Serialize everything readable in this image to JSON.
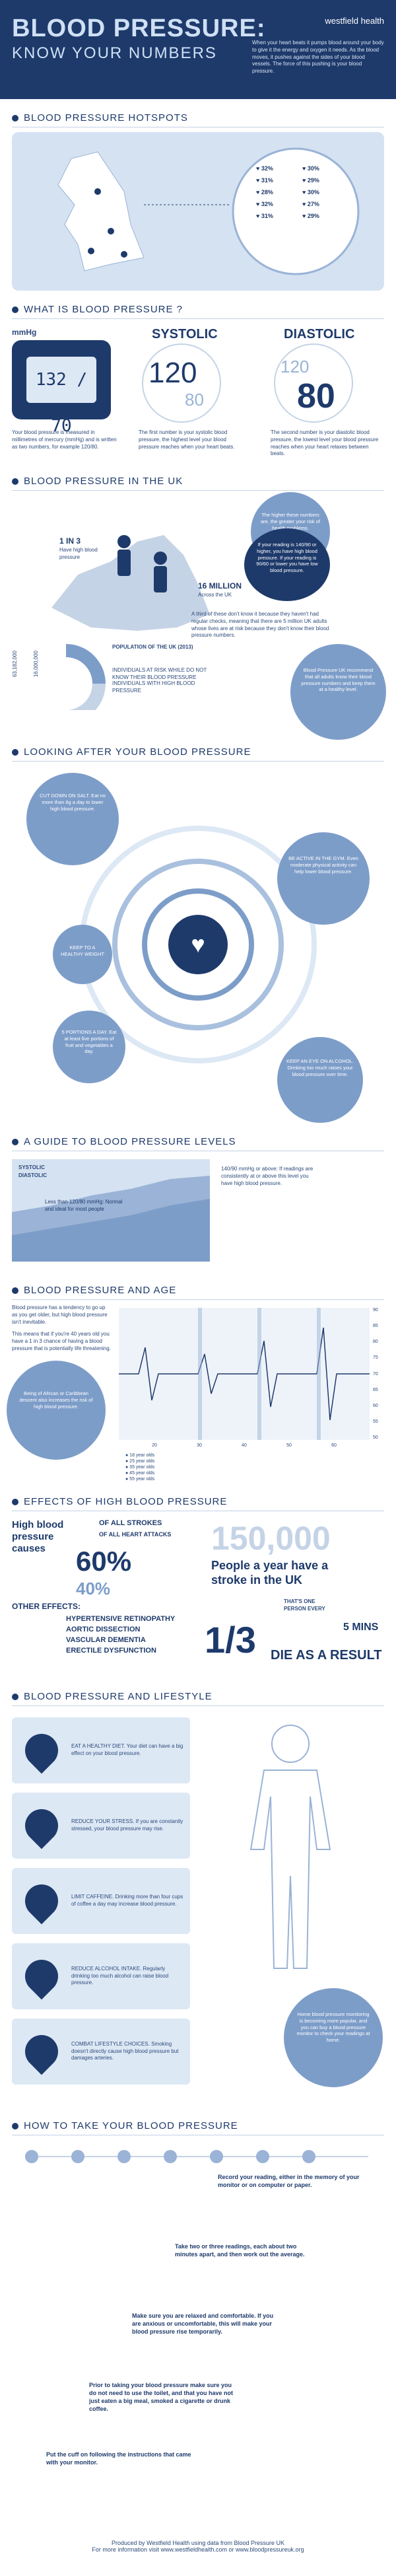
{
  "header": {
    "title_line1": "BLOOD PRESSURE:",
    "title_line2": "KNOW YOUR NUMBERS",
    "logo": "westfield health",
    "intro": "When your heart beats it pumps blood around your body to give it the energy and oxygen it needs. As the blood moves, it pushes against the sides of your blood vessels. The force of this pushing is your blood pressure."
  },
  "hotspots": {
    "title": "BLOOD PRESSURE HOTSPOTS",
    "percentages": [
      "32%",
      "30%",
      "31%",
      "29%",
      "28%",
      "30%",
      "32%",
      "27%",
      "31%",
      "29%"
    ]
  },
  "what_is": {
    "title": "WHAT IS BLOOD PRESSURE ?",
    "gauge_label": "mmHg",
    "monitor_reading": "132 / 70",
    "systolic_label": "SYSTOLIC",
    "diastolic_label": "DIASTOLIC",
    "systolic_value": "120",
    "systolic_under": "80",
    "diastolic_top": "120",
    "diastolic_value": "80",
    "col1": "Your blood pressure is measured in millimetres of mercury (mmHg) and is written as two numbers, for example 120/80.",
    "col2": "The first number is your systolic blood pressure, the highest level your blood pressure reaches when your heart beats.",
    "col3": "The second number is your diastolic blood pressure, the lowest level your blood pressure reaches when your heart relaxes between beats."
  },
  "uk": {
    "title": "BLOOD PRESSURE IN THE UK",
    "stat1": "1 IN 3",
    "stat1_sub": "Have high blood pressure",
    "stat2": "16 MILLION",
    "stat2_sub": "Across the UK",
    "bubble1": "The higher these numbers are, the greater your risk of health problems.",
    "bubble2": "If your reading is 140/90 or higher, you have high blood pressure. If your reading is 90/60 or lower you have low blood pressure.",
    "note": "A third of these don't know it because they haven't had regular checks, meaning that there are 5 million UK adults whose lives are at risk because they don't know their blood pressure numbers.",
    "pop_label": "POPULATION OF THE UK (2013)",
    "pop1": "63,182,000",
    "pop2": "16,000,000",
    "legend1": "INDIVIDUALS AT RISK WHILE DO NOT KNOW THEIR BLOOD PRESSURE",
    "legend2": "INDIVIDUALS WITH HIGH BLOOD PRESSURE",
    "side_bubble": "Blood Pressure UK recommend that all adults know their blood pressure numbers and keep them at a healthy level."
  },
  "looking_after": {
    "title": "LOOKING AFTER YOUR BLOOD PRESSURE",
    "b1": "CUT DOWN ON SALT. Eat no more than 6g a day to lower high blood pressure.",
    "b2": "BE ACTIVE IN THE GYM. Even moderate physical activity can help lower blood pressure.",
    "b3": "KEEP TO A HEALTHY WEIGHT",
    "b4": "5 PORTIONS A DAY. Eat at least five portions of fruit and vegetables a day.",
    "b5": "KEEP AN EYE ON ALCOHOL. Drinking too much raises your blood pressure over time."
  },
  "levels": {
    "title": "A GUIDE TO BLOOD PRESSURE LEVELS",
    "legend_a": "SYSTOLIC",
    "legend_b": "DIASTOLIC",
    "note1": "Less than 120/80 mmHg: Normal and ideal for most people",
    "note2": "140/90 mmHg or above: If readings are consistently at or above this level you have high blood pressure."
  },
  "age": {
    "title": "BLOOD PRESSURE AND AGE",
    "p1": "Blood pressure has a tendency to go up as you get older, but high blood pressure isn't inevitable.",
    "p2": "This means that if you're 40 years old you have a 1 in 3 chance of having a blood pressure that is potentially life threatening.",
    "bubble": "Being of African or Caribbean descent also increases the risk of high blood pressure.",
    "legend": [
      "18 year olds",
      "25 year olds",
      "35 year olds",
      "45 year olds",
      "55 year olds"
    ],
    "xlabels": [
      "20",
      "30",
      "40",
      "50",
      "60"
    ],
    "yticks": [
      "90",
      "85",
      "80",
      "75",
      "70",
      "65",
      "60",
      "55",
      "50"
    ]
  },
  "effects": {
    "title": "EFFECTS OF HIGH BLOOD PRESSURE",
    "causes": "High blood pressure causes",
    "pct1": "60%",
    "pct1_label": "OF ALL STROKES",
    "pct2": "40%",
    "pct2_label": "OF ALL HEART ATTACKS",
    "big_number": "150,000",
    "big_sub": "People a year have a stroke in the UK",
    "other_label": "OTHER EFFECTS:",
    "others": [
      "HYPERTENSIVE RETINOPATHY",
      "AORTIC DISSECTION",
      "VASCULAR DEMENTIA",
      "ERECTILE DYSFUNCTION"
    ],
    "every": "THAT'S ONE PERSON EVERY",
    "mins": "5 MINS",
    "fraction": "1/3",
    "fraction_label": "DIE AS A RESULT"
  },
  "lifestyle": {
    "title": "BLOOD PRESSURE AND LIFESTYLE",
    "items": [
      "EAT A HEALTHY DIET. Your diet can have a big effect on your blood pressure.",
      "REDUCE YOUR STRESS. If you are constantly stressed, your blood pressure may rise.",
      "LIMIT CAFFEINE. Drinking more than four cups of coffee a day may increase blood pressure.",
      "REDUCE ALCOHOL INTAKE. Regularly drinking too much alcohol can raise blood pressure.",
      "COMBAT LIFESTYLE CHOICES. Smoking doesn't directly cause high blood pressure but damages arteries."
    ]
  },
  "how_to": {
    "title": "HOW TO TAKE YOUR BLOOD PRESSURE",
    "side_bubble": "Home blood pressure monitoring is becoming more popular, and you can buy a blood pressure monitor to check your readings at home.",
    "steps": [
      "Record your reading, either in the memory of your monitor or on computer or paper.",
      "Take two or three readings, each about two minutes apart, and then work out the average.",
      "Make sure you are relaxed and comfortable. If you are anxious or uncomfortable, this will make your blood pressure rise temporarily.",
      "Prior to taking your blood pressure make sure you do not need to use the toilet, and that you have not just eaten a big meal, smoked a cigarette or drunk coffee.",
      "Put the cuff on following the instructions that came with your monitor."
    ]
  },
  "footer": {
    "line1": "Produced by Westfield Health using data from Blood Pressure UK",
    "line2": "For more information visit www.westfieldhealth.com or www.bloodpressureuk.org"
  }
}
